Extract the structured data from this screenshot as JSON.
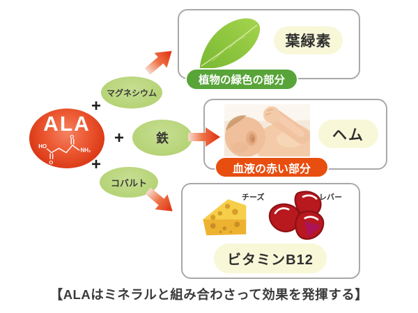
{
  "ala": {
    "label": "ALA",
    "chem_labels": {
      "ho": "HO",
      "o_acid": "O",
      "o_ketone": "O",
      "nh2": "NH₂"
    }
  },
  "plus_sign": "+",
  "minerals": [
    {
      "label": "マグネシウム"
    },
    {
      "label": "鉄"
    },
    {
      "label": "コバルト"
    }
  ],
  "results": [
    {
      "product": "葉緑素",
      "tag": "植物の緑色の部分"
    },
    {
      "product": "ヘム",
      "tag": "血液の赤い部分"
    },
    {
      "product": "ビタミンB12",
      "foods": [
        {
          "label": "チーズ"
        },
        {
          "label": "レバー"
        }
      ]
    }
  ],
  "caption": "【ALAはミネラルと組み合わさって効果を発揮する】",
  "colors": {
    "ala_red": "#dc3a17",
    "mineral_green": "#b4d273",
    "tag_green": "#58a439",
    "tag_orange": "#e84e0f",
    "pill_yellow": "#f8f7d8",
    "arrow_red": "#df2e0e",
    "box_border": "#a8a8a8"
  }
}
